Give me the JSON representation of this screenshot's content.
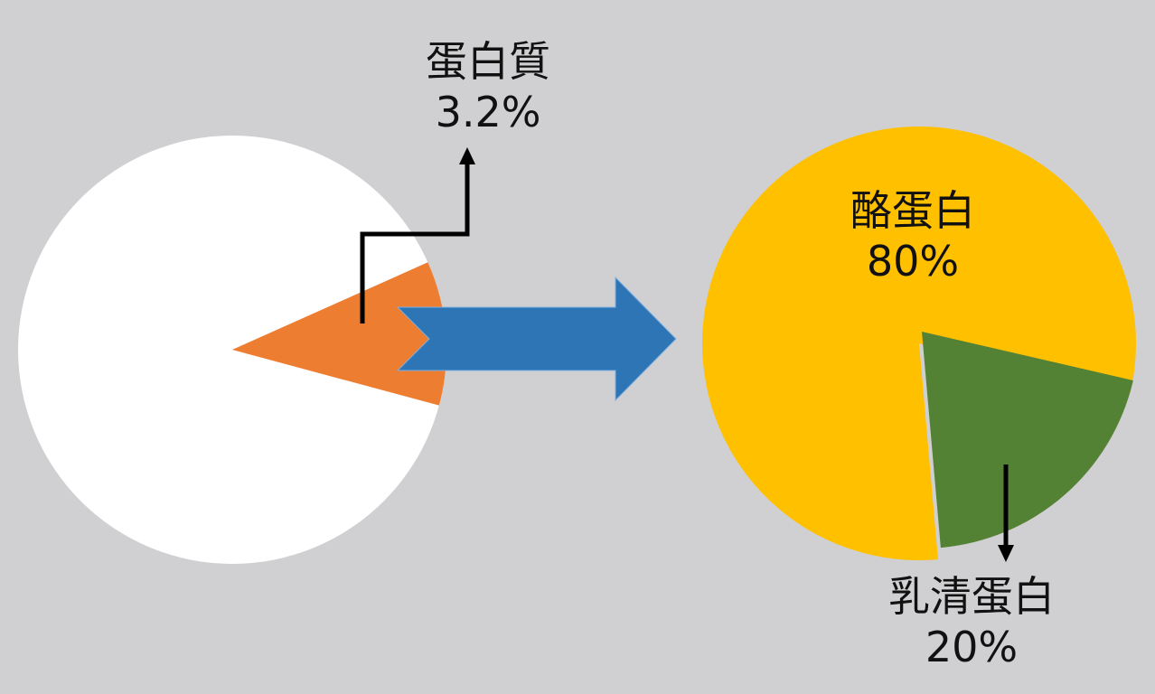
{
  "chart_data": [
    {
      "type": "pie",
      "slices": [
        {
          "label": "蛋白質",
          "value": 3.2,
          "value_label": "3.2%",
          "color": "#ED7D31"
        },
        {
          "label": "",
          "value": 96.8,
          "color": "#FFFFFF"
        }
      ]
    },
    {
      "type": "pie",
      "slices": [
        {
          "label": "酪蛋白",
          "value": 80,
          "value_label": "80%",
          "color": "#FFC000"
        },
        {
          "label": "乳清蛋白",
          "value": 20,
          "value_label": "20%",
          "color": "#548235"
        }
      ]
    }
  ],
  "arrow_color": "#2E75B6",
  "background": "#D0CFD1"
}
